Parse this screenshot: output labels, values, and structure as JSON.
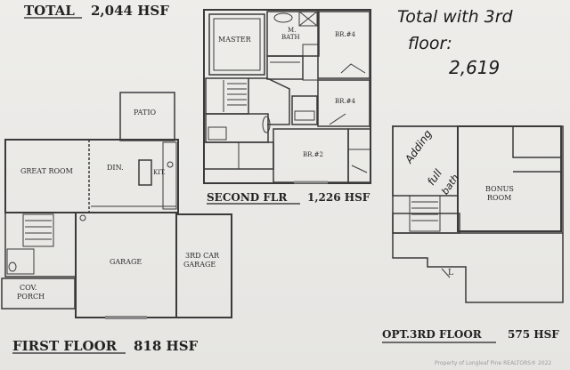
{
  "header": {
    "total_label": "TOTAL",
    "total_value": "2,044 HSF"
  },
  "handwritten_note": {
    "line1": "Total with 3rd",
    "line2": "floor:",
    "value": "2,619"
  },
  "second_floor": {
    "caption_label": "SECOND FLR",
    "caption_value": "1,226 HSF",
    "rooms": {
      "master": "MASTER",
      "m_bath_1": "M.",
      "m_bath_2": "BATH",
      "br4_top": "BR.#4",
      "br4_mid": "BR.#4",
      "br2": "BR.#2"
    }
  },
  "first_floor": {
    "caption_label": "FIRST FLOOR",
    "caption_value": "818 HSF",
    "rooms": {
      "patio": "PATIO",
      "great_room": "GREAT ROOM",
      "din": "DIN.",
      "kit": "KIT.",
      "garage": "GARAGE",
      "third_car_1": "3RD CAR",
      "third_car_2": "GARAGE",
      "cov_1": "COV.",
      "cov_2": "PORCH"
    }
  },
  "third_floor": {
    "caption_label": "OPT.3RD FLOOR",
    "caption_value": "575 HSF",
    "rooms": {
      "bonus_1": "BONUS",
      "bonus_2": "ROOM"
    },
    "handwritten_1": "Adding",
    "handwritten_2": "full",
    "handwritten_3": "bath",
    "stair_mark": "L"
  },
  "watermark": "Property of Longleaf Pine REALTORS® 2022"
}
